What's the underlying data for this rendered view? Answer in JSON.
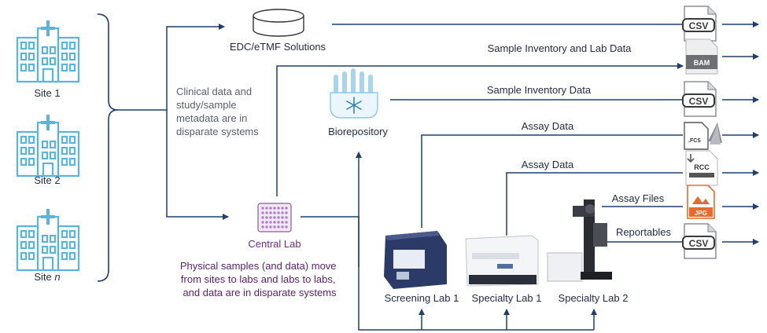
{
  "sites": [
    {
      "label": "Site 1"
    },
    {
      "label": "Site 2"
    },
    {
      "label": "Site",
      "label_italic": "n"
    }
  ],
  "systems": {
    "edc_label": "EDC/eTMF Solutions",
    "biorepository_label": "Biorepository",
    "central_lab_label": "Central Lab"
  },
  "notes": {
    "clinical_lines": [
      "Clinical data and",
      "study/sample",
      "metadata are in",
      "disparate systems"
    ],
    "physical_lines": [
      "Physical samples (and data) move",
      "from sites to labs and labs to labs,",
      "and data are in disparate systems"
    ]
  },
  "labs": [
    {
      "label": "Screening Lab 1"
    },
    {
      "label": "Specialty Lab 1"
    },
    {
      "label": "Specialty Lab 2"
    }
  ],
  "flows": {
    "inventory_lab": "Sample Inventory and Lab Data",
    "inventory": "Sample Inventory Data",
    "assay_1": "Assay Data",
    "assay_2": "Assay Data",
    "assay_files": "Assay Files",
    "reportables": "Reportables"
  },
  "file_icons": {
    "csv": "CSV",
    "bam": "BAM",
    "fcs": ".FCS",
    "rcc": "RCC",
    "jpg": "JPG"
  },
  "colors": {
    "arrow": "#1d3e6e",
    "hospital": "#5ab4e0",
    "note_purple": "#5b1f6e"
  }
}
